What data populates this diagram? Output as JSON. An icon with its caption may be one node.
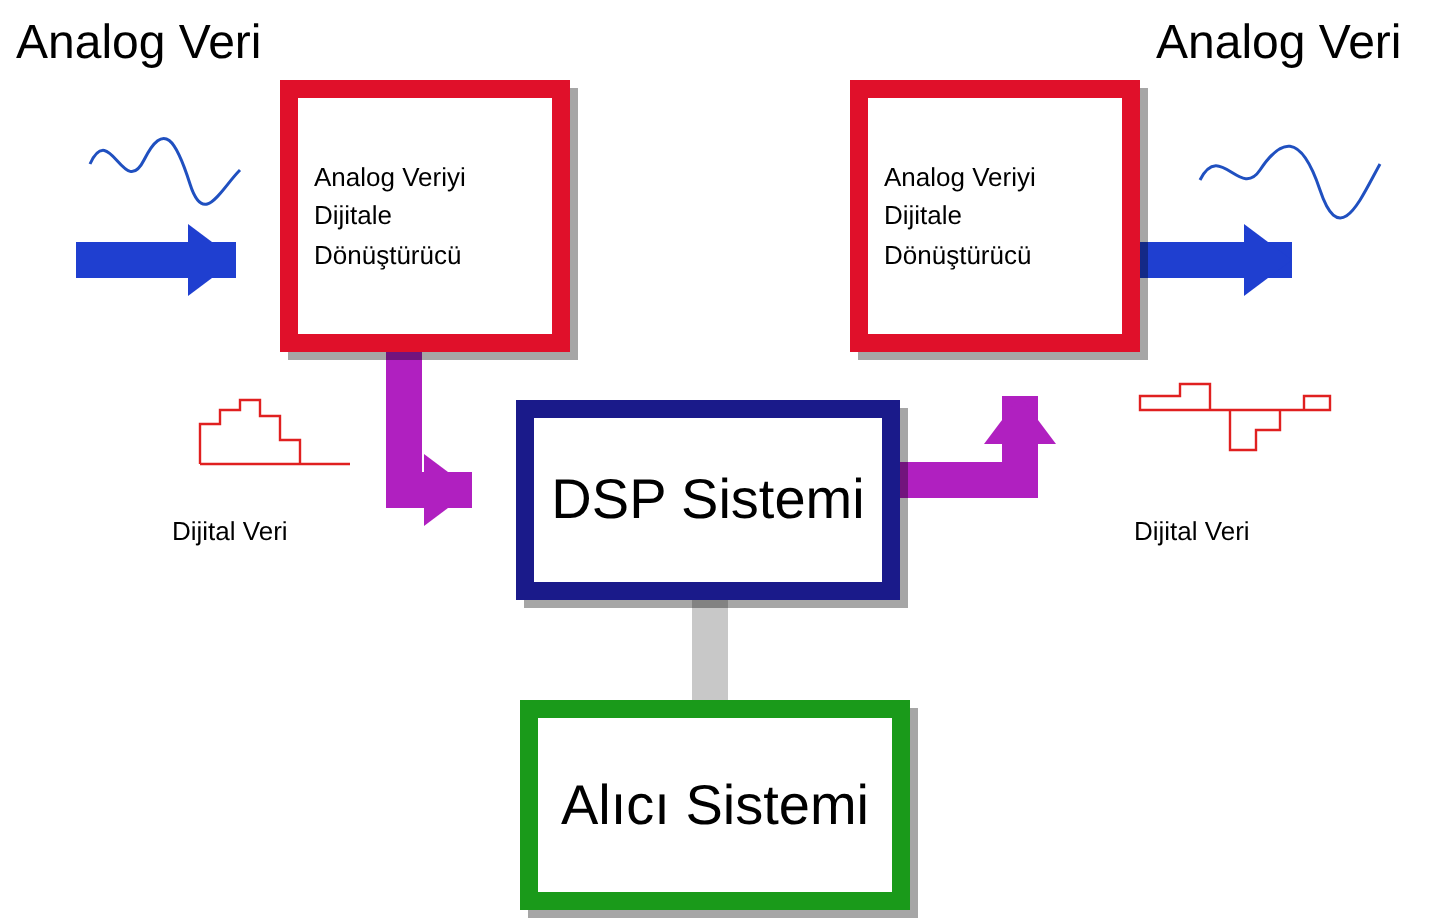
{
  "diagram": {
    "nodes": [
      {
        "text": [
          "Analog Veriyi Dijitale Dönüştürücü"
        ]
      },
      {
        "text": [
          "Analog Veriyi Dijitale Dönüştürücü"
        ]
      },
      {
        "text": [
          "DSP Sistemi"
        ]
      },
      {
        "text": [
          "Alıcı Sistemi"
        ]
      }
    ],
    "edges": [
      {
        "from": null,
        "to": 0,
        "arrow": "to",
        "color": "#1f3fd0"
      },
      {
        "from": 0,
        "to": 2,
        "arrow": "to",
        "color": "#b020c0"
      },
      {
        "from": 2,
        "to": 1,
        "arrow": "to",
        "color": "#b020c0"
      },
      {
        "from": 1,
        "to": null,
        "arrow": "to",
        "color": "#1f3fd0"
      },
      {
        "from": 2,
        "to": 3,
        "arrow": "none",
        "color": "#c8c8c8"
      }
    ],
    "labels": [
      "Analog Veri",
      "Analog Veri",
      "Dijital Veri",
      "Dijital Veri"
    ]
  }
}
